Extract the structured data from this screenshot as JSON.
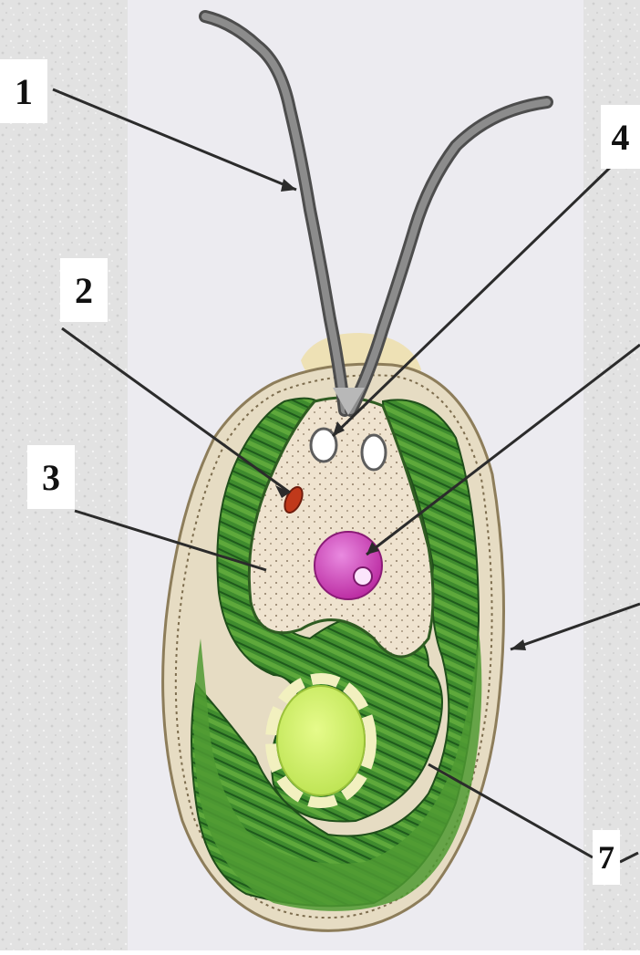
{
  "colors": {
    "background": "#e4e4e4",
    "panel": "#ecebf0",
    "cell_wall": "#c9c0a6",
    "membrane": "#e8dfc8",
    "chloroplast": "#3d8a2c",
    "chloroplast_light": "#62a83c",
    "cytoplasm": "#efe3cf",
    "nucleus": "#c93fb7",
    "pyrenoid": "#d3f06b",
    "eyespot": "#c0391b",
    "flagella": "#7d7d7d"
  },
  "labels": [
    "1",
    "2",
    "3",
    "4",
    "7"
  ]
}
